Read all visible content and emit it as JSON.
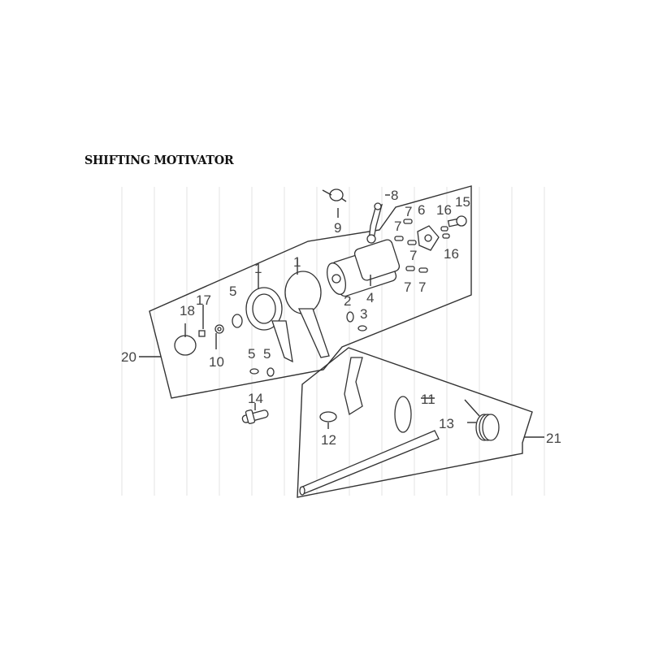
{
  "title": "SHIFTING MOTIVATOR",
  "callouts": {
    "c1a": "1",
    "c1b": "1",
    "c2": "2",
    "c3": "3",
    "c4": "4",
    "c5a": "5",
    "c5b": "5",
    "c5c": "5",
    "c6": "6",
    "c7a": "7",
    "c7b": "7",
    "c7c": "7",
    "c7d": "7",
    "c7e": "7",
    "c8": "8",
    "c9": "9",
    "c10": "10",
    "c11": "11",
    "c12": "12",
    "c13": "13",
    "c14": "14",
    "c15": "15",
    "c16a": "16",
    "c16b": "16",
    "c17": "17",
    "c18": "18",
    "c20": "20",
    "c21": "21"
  }
}
